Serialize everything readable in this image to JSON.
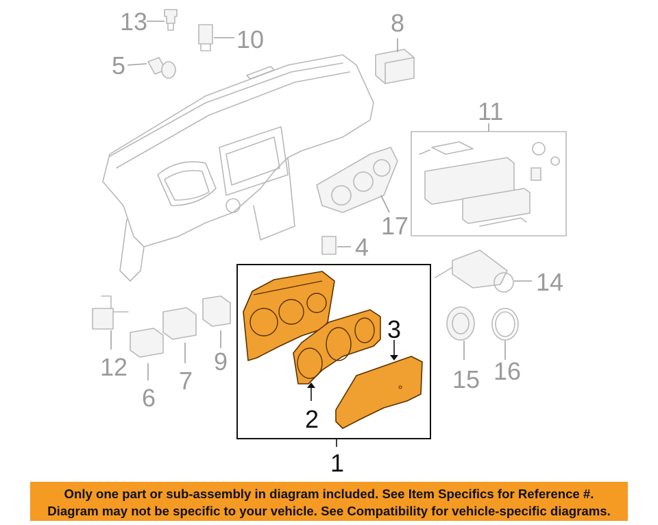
{
  "callouts": {
    "c1": "1",
    "c2": "2",
    "c3": "3",
    "c4": "4",
    "c5": "5",
    "c6": "6",
    "c7": "7",
    "c8": "8",
    "c9": "9",
    "c10": "10",
    "c11": "11",
    "c12": "12",
    "c13": "13",
    "c14": "14",
    "c15": "15",
    "c16": "16",
    "c17": "17"
  },
  "banner": {
    "line1": "Only one part or sub-assembly in diagram included. See Item Specifics for Reference #.",
    "line2": "Diagram may not be specific to your vehicle. See Compatibility for vehicle-specific diagrams."
  },
  "colors": {
    "banner": "#f59a23",
    "highlighted_parts": "#f0a030",
    "line_art": "#b8b8b8"
  }
}
